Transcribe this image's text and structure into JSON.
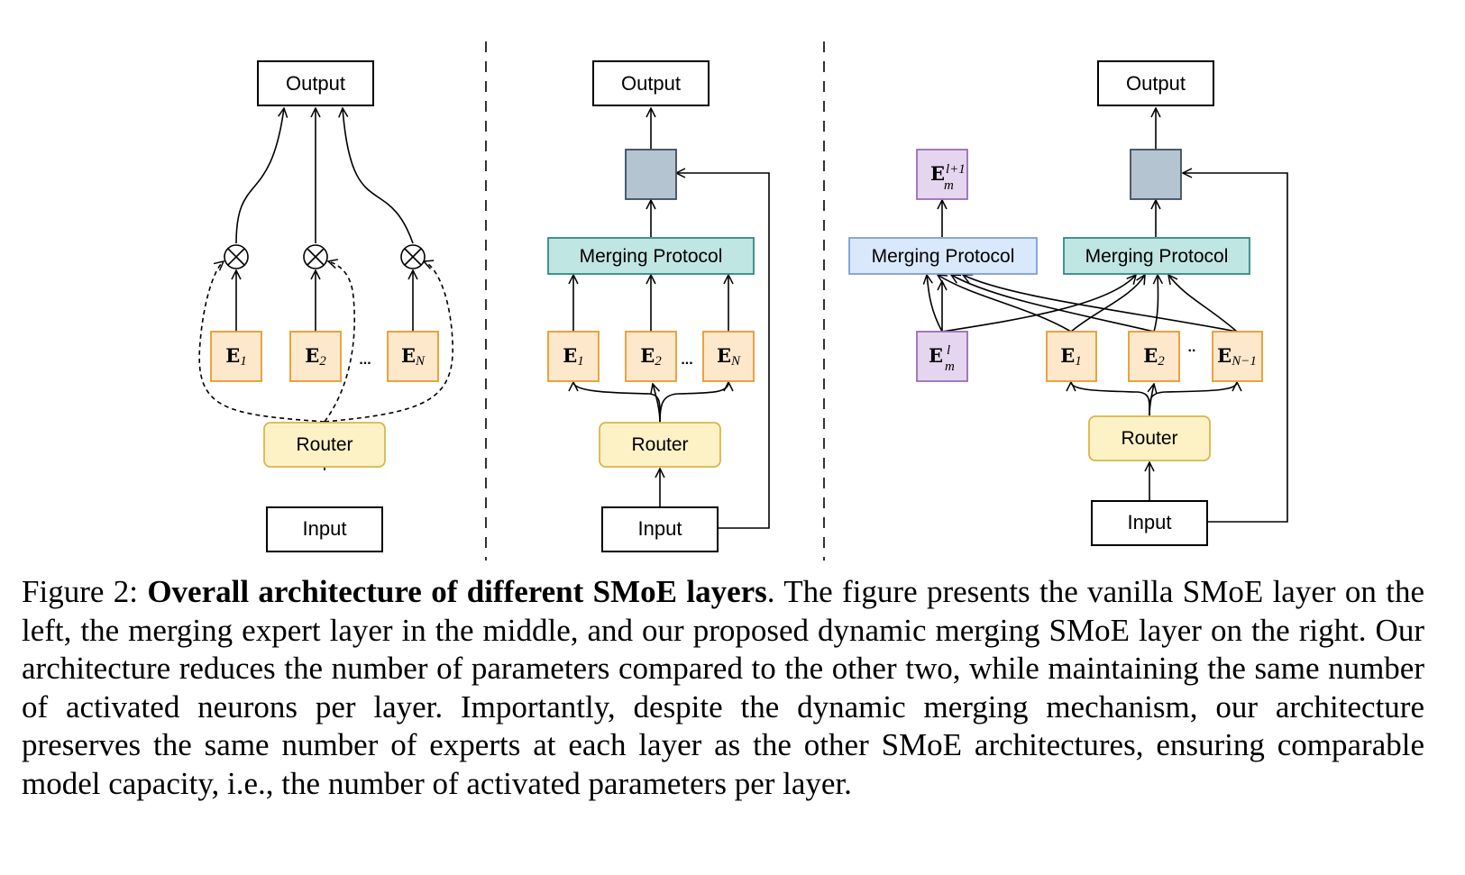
{
  "diagram": {
    "labels": {
      "output": "Output",
      "input": "Input",
      "router": "Router",
      "merging_protocol": "Merging Protocol",
      "ellipsis": "...",
      "ellipsis_small": ".."
    },
    "experts": {
      "e_symbol": "E",
      "e1_sub": "1",
      "e2_sub": "2",
      "en_sub": "N",
      "en1_sub": "N−1",
      "m_sub": "m",
      "l_sup": "l",
      "l1_sup": "l+1"
    },
    "colors": {
      "expert_fill": "#fde8cc",
      "expert_stroke": "#e59b2e",
      "router_fill": "#fdf1c6",
      "router_stroke": "#d9b64a",
      "merge_fill": "#bfe6e3",
      "merge_stroke": "#2e8b84",
      "merge_light_fill": "#d9e8fb",
      "merge_light_stroke": "#7d9fd3",
      "merged_fill": "#b5c4d1",
      "merged_stroke": "#3d4d5c",
      "mem_fill": "#e5d5ee",
      "mem_stroke": "#9a6db3"
    }
  },
  "caption": {
    "figure_label": "Figure 2:",
    "bold_title": "Overall architecture of different SMoE layers",
    "body": ". The figure presents the vanilla SMoE layer on the left, the merging expert layer in the middle, and our proposed dynamic merging SMoE layer on the right. Our architecture reduces the number of parameters compared to the other two, while maintaining the same number of activated neurons per layer. Importantly, despite the dynamic merging mechanism, our architecture preserves the same number of experts at each layer as the other SMoE architectures, ensuring comparable model capacity, i.e., the number of activated parameters per layer."
  }
}
